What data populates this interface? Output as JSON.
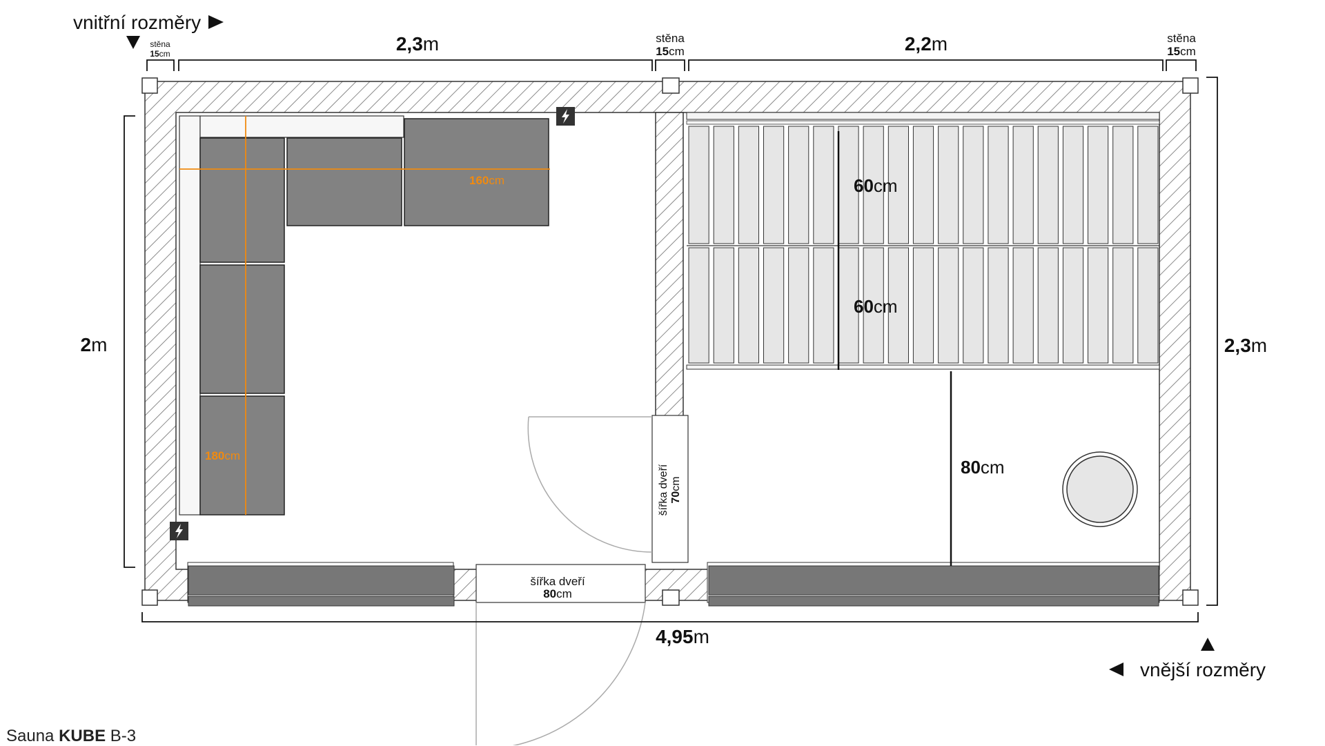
{
  "labels": {
    "inner_dims": "vnitřní rozměry",
    "outer_dims": "vnější rozměry",
    "wall_word": "stěna",
    "wall_value": "15",
    "cm": "cm",
    "m": "m",
    "width_left_value": "2,3",
    "width_right_value": "2,2",
    "inner_height_value": "2",
    "outer_height_value": "2,3",
    "outer_length_value": "4,95",
    "sofa_width_value": "160",
    "sofa_length_value": "180",
    "bench_upper_value": "60",
    "bench_lower_value": "60",
    "floor_depth_value": "80",
    "door_width_word": "šířka dveří",
    "door_front_value": "80",
    "door_inner_value": "70"
  },
  "caption": {
    "prefix": "Sauna",
    "brand": "KUBE",
    "suffix": "B-3"
  },
  "colors": {
    "wall_hatch": "#6e6e6e",
    "sofa": "#828282",
    "bench_slat": "#e6e6e6",
    "accent": "#f08a10",
    "socket": "#333333"
  },
  "icons": [
    "arrow-right-icon",
    "arrow-down-icon",
    "arrow-left-icon",
    "arrow-up-icon",
    "power-socket-icon",
    "sauna-stove-icon"
  ]
}
